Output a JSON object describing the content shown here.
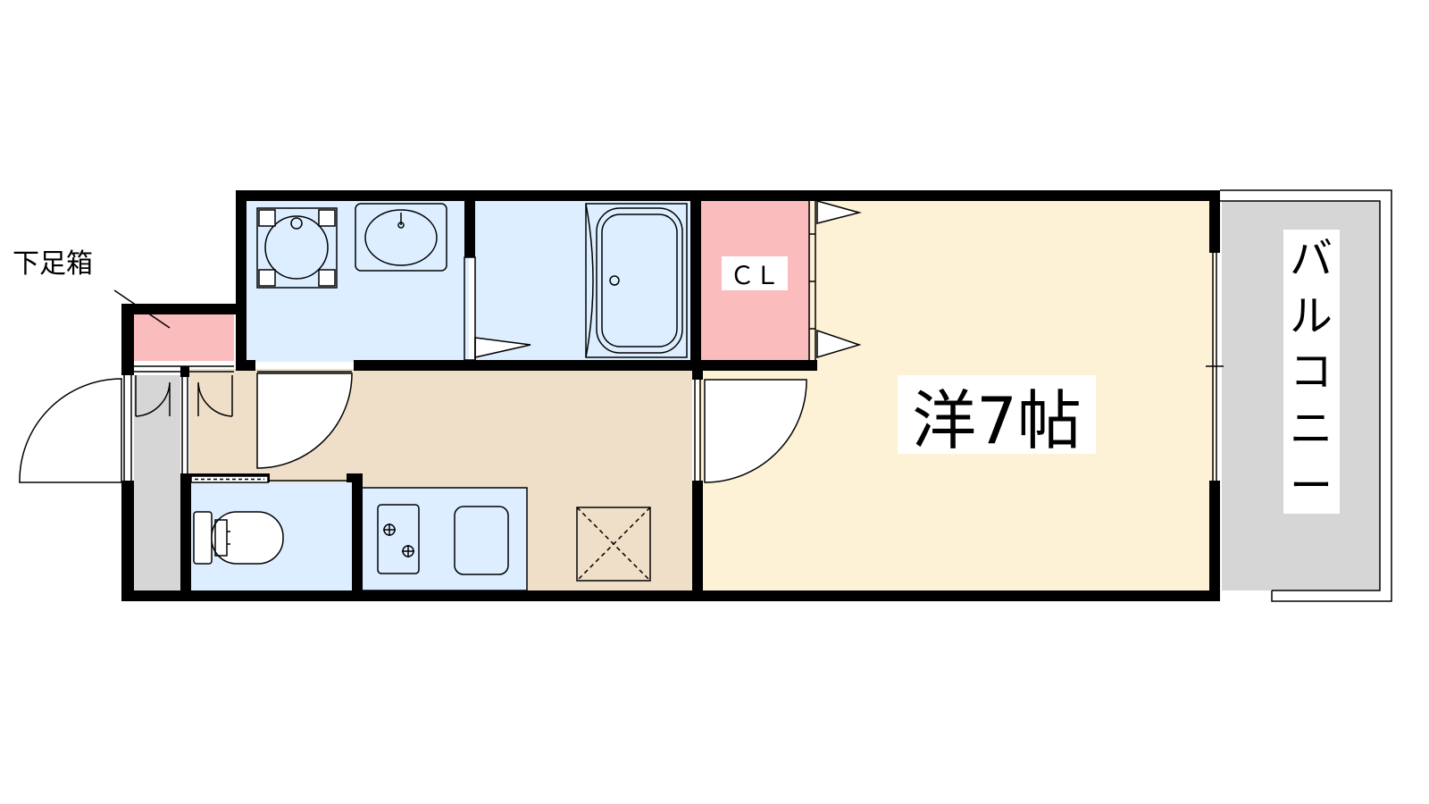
{
  "labels": {
    "shoe_box": "下足箱",
    "closet": "ＣＬ",
    "room": "洋7帖",
    "balcony": [
      "バ",
      "ル",
      "コ",
      "ニ",
      "ー"
    ]
  },
  "colors": {
    "wet_area": "#dceeff",
    "corridor_kitchen": "#efdfc9",
    "room": "#fdf2d6",
    "closet": "#fbbcbe",
    "balcony": "#d6d6d6",
    "entrance": "#d6d6d6",
    "wall": "#000000"
  },
  "icons": [
    "washing-machine-icon",
    "washbasin-icon",
    "bathtub-icon",
    "toilet-icon",
    "stove-icon",
    "sink-icon",
    "ceiling-vent-icon"
  ]
}
